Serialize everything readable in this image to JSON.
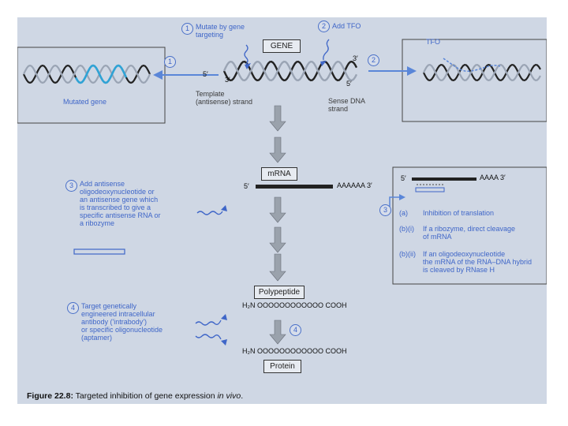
{
  "labels": {
    "step1_mutate": "Mutate by gene\ntargeting",
    "step2_add_tfo": "Add TFO",
    "gene_box": "GENE",
    "mutated_gene": "Mutated gene",
    "tfo": "TFO",
    "five_prime_left": "5′",
    "three_prime_left": "3′",
    "three_prime_right": "3′",
    "five_prime_right": "5′",
    "template_strand": "Template\n(antisense) strand",
    "sense_strand": "Sense DNA\nstrand",
    "mrna_box": "mRNA",
    "mrna_5": "5′",
    "mrna_tail": "AAAAAA  3′",
    "step3_antisense": "Add antisense\noligodeoxynucleotide or\nan antisense gene which\nis transcribed to give a\nspecific antisense RNA or\na ribozyme",
    "right_mrna_5": "5′",
    "right_mrna_tail": "AAAA  3′",
    "inhibit_a_label": "(a)",
    "inhibit_a_text": "Inhibition of translation",
    "inhibit_bi_label": "(b)(i)",
    "inhibit_bi_text": "If a ribozyme, direct cleavage\nof mRNA",
    "inhibit_bii_label": "(b)(ii)",
    "inhibit_bii_text": "If an oligodeoxynucleotide\nthe mRNA of the RNA–DNA hybrid\nis cleaved by RNase H",
    "polypeptide_box": "Polypeptide",
    "polypeptide_chain": "H₂N OOOOOOOOOOOO COOH",
    "step4_target": "Target genetically\nengineered intracellular\nantibody ('intrabody')\nor specific oligonucleotide\n(aptamer)",
    "protein_chain": "H₂N OOOOOOOOOOOO COOH",
    "protein_box": "Protein",
    "num1": "1",
    "num1b": "1",
    "num2": "2",
    "num2b": "2",
    "num3": "3",
    "num3b": "3",
    "num4": "4",
    "num4b": "4",
    "caption_prefix": "Figure 22.8:",
    "caption_main": " Targeted inhibition of gene expression ",
    "caption_italic": "in vivo",
    "caption_end": "."
  },
  "colors": {
    "background": "#cfd7e4",
    "accent_blue": "#3f66c8",
    "strand_dark": "#222222",
    "strand_light": "#9aa4b4",
    "mutated_blue": "#2fa3d6"
  }
}
